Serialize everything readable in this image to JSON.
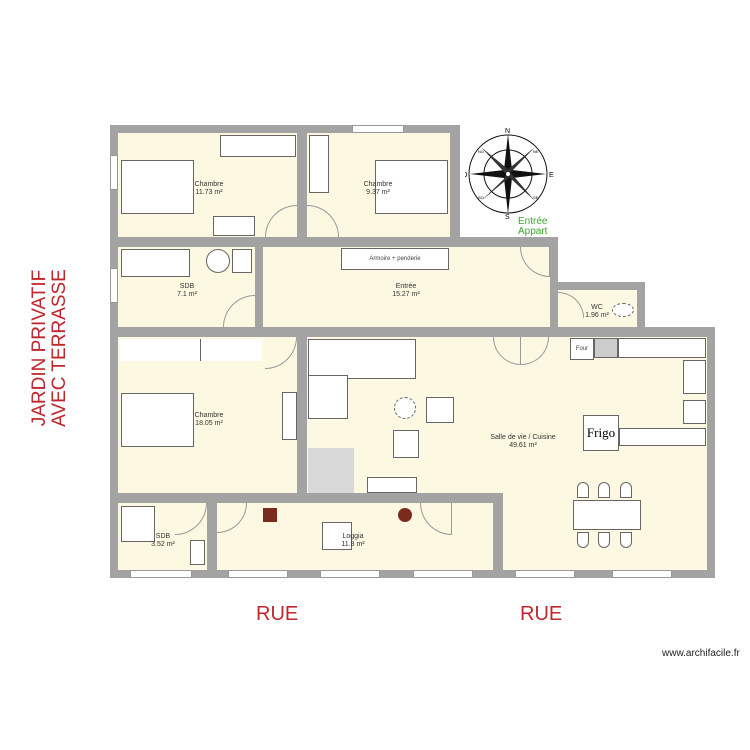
{
  "rooms": [
    {
      "name": "Chambre",
      "area": "11.73 m²"
    },
    {
      "name": "Chambre",
      "area": "9.37 m²"
    },
    {
      "name": "SDB",
      "area": "7.1 m²"
    },
    {
      "name": "Entrée",
      "area": "15.27 m²"
    },
    {
      "name": "WC",
      "area": "1.96 m²"
    },
    {
      "name": "Chambre",
      "area": "18.05 m²"
    },
    {
      "name": "Salle de vie / Cuisine",
      "area": "49.61 m²"
    },
    {
      "name": "SDB",
      "area": "3.52 m²"
    },
    {
      "name": "Loggia",
      "area": "11.8 m²"
    }
  ],
  "furniture": {
    "wardrobe_entree": "Armoire + penderie",
    "fridge": "Frigo",
    "oven": "Four"
  },
  "labels": {
    "garden_line1": "JARDIN PRIVATIF",
    "garden_line2": "AVEC TERRASSE",
    "street_left": "RUE",
    "street_right": "RUE",
    "entrance_line1": "Entrée",
    "entrance_line2": "Appart",
    "watermark": "www.archifacile.fr"
  },
  "compass": {
    "n": "N",
    "s": "S",
    "e": "E",
    "o": "O",
    "ne": "NE",
    "no": "NO",
    "se": "SE",
    "so": "SO"
  },
  "colors": {
    "wall": "#a3a3a3",
    "floor": "#fcf8e1",
    "annotation_red": "#c0262d",
    "entrance_green": "#3aa52a"
  }
}
